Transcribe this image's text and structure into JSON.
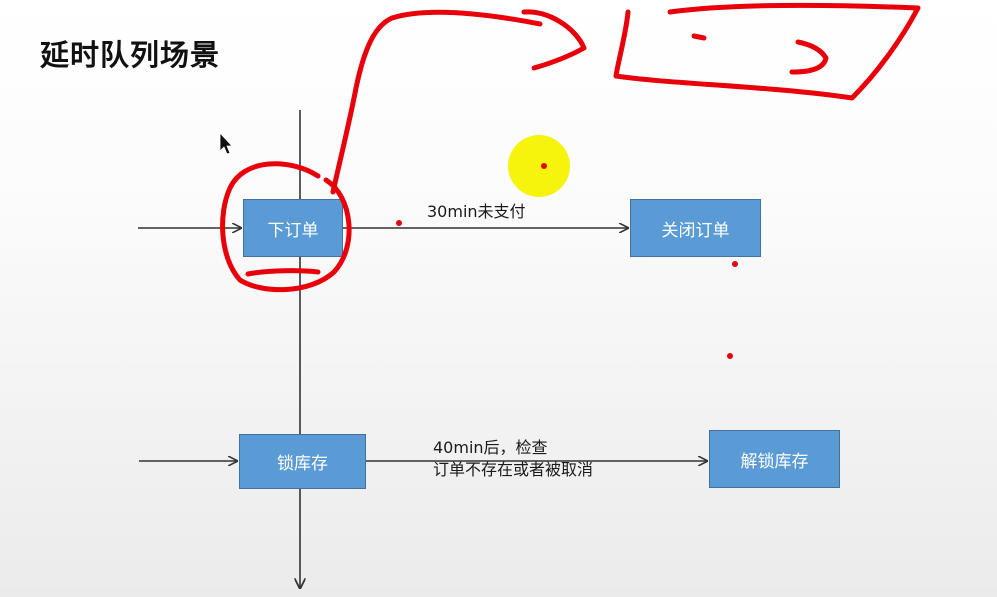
{
  "title": "延时队列场景",
  "colors": {
    "box_fill": "#5b9bd5",
    "box_border": "#41719c",
    "box_text": "#ffffff",
    "line": "#333333",
    "annotation_ink": "#e8000b",
    "cursor_highlight": "#f6f200"
  },
  "nodes": {
    "place_order": "下订单",
    "close_order": "关闭订单",
    "lock_stock": "锁库存",
    "unlock_stock": "解锁库存"
  },
  "edges": {
    "order_timeout": "30min未支付",
    "stock_check_line1": "40min后，检查",
    "stock_check_line2": "订单不存在或者被取消"
  },
  "icons": {
    "pointer": "mouse-pointer-icon"
  }
}
